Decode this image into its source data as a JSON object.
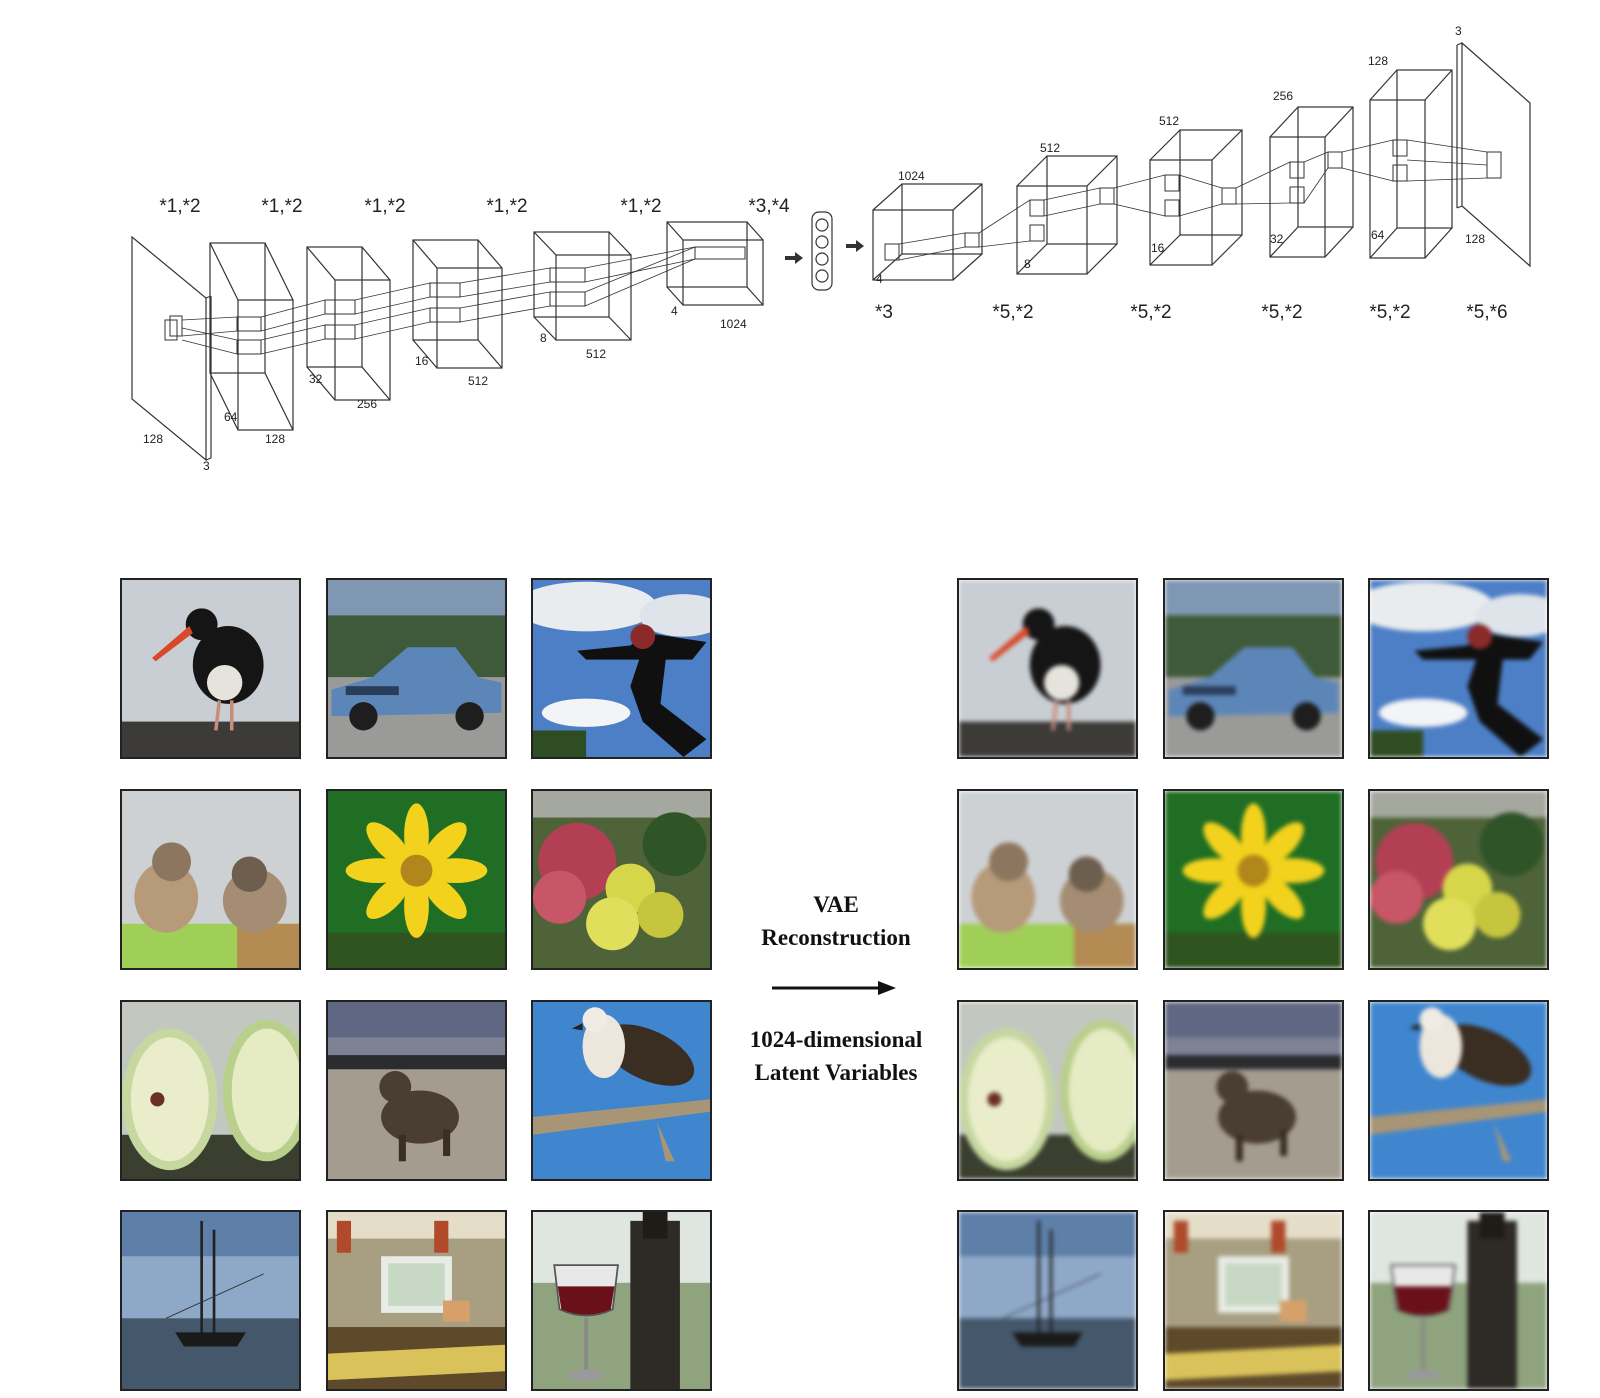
{
  "encoder": {
    "ops": [
      "*1,*2",
      "*1,*2",
      "*1,*2",
      "*1,*2",
      "*1,*2",
      "*3,*4"
    ],
    "dims": {
      "input": {
        "depth": "3",
        "size": "128"
      },
      "b1": {
        "depth": "64",
        "size": "128"
      },
      "b2": {
        "depth": "32",
        "size": "256"
      },
      "b3": {
        "depth": "16",
        "size": "512"
      },
      "b4": {
        "depth": "8",
        "size": "512"
      },
      "b5": {
        "depth": "4",
        "size": "1024"
      }
    }
  },
  "decoder": {
    "ops": [
      "*3",
      "*5,*2",
      "*5,*2",
      "*5,*2",
      "*5,*2",
      "*5,*6"
    ],
    "dims": {
      "d1": {
        "top": "1024",
        "side": "4"
      },
      "d2": {
        "top": "512",
        "side": "8"
      },
      "d3": {
        "top": "512",
        "side": "16"
      },
      "d4": {
        "top": "256",
        "side": "32"
      },
      "d5": {
        "top": "128",
        "side": "64"
      },
      "output": {
        "top": "3",
        "side": "128"
      }
    }
  },
  "center": {
    "title_line1": "VAE",
    "title_line2": "Reconstruction",
    "latent_line1": "1024-dimensional",
    "latent_line2": "Latent Variables"
  },
  "images": [
    "oystercatcher bird",
    "blue convertible car",
    "person jumping against sky",
    "two pug puppies",
    "yellow flower",
    "red and yellow flowers",
    "halved green apple",
    "dog on beach",
    "osprey on branch",
    "sailing ship",
    "office desk with computer",
    "glass of red wine and bottle"
  ]
}
